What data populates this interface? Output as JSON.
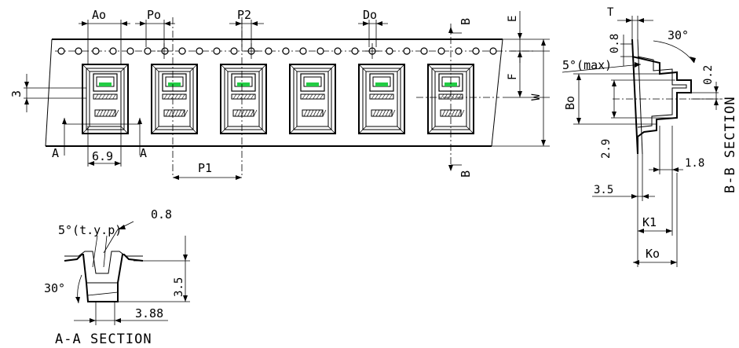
{
  "colors": {
    "ink": "#000000",
    "paper": "#ffffff",
    "led": "#22cc44"
  },
  "top_view": {
    "label_ao": "Ao",
    "label_po": "Po",
    "label_p2": "P2",
    "label_do": "Do",
    "label_e": "E",
    "label_f": "F",
    "label_w": "W",
    "label_b_top": "B",
    "label_b_bottom": "B",
    "label_3": "3",
    "label_6_9": "6.9",
    "label_a_left": "A",
    "label_a_right": "A",
    "label_p1": "P1",
    "pocket_count": 6
  },
  "bb_section": {
    "label_t": "T",
    "label_0_8": "0.8",
    "label_30deg": "30°",
    "label_5max": "5°(max)",
    "label_0_2": "0.2",
    "label_bo": "Bo",
    "label_2_9": "2.9",
    "label_1_8": "1.8",
    "label_3_5": "3.5",
    "label_k1": "K1",
    "label_ko": "Ko",
    "title": "B-B SECTION"
  },
  "aa_section": {
    "label_0_8": "0.8",
    "label_5typ": "5°(t.y.p)",
    "label_30deg": "30°",
    "label_3_5": "3.5",
    "label_3_88": "3.88",
    "title": "A-A SECTION"
  }
}
